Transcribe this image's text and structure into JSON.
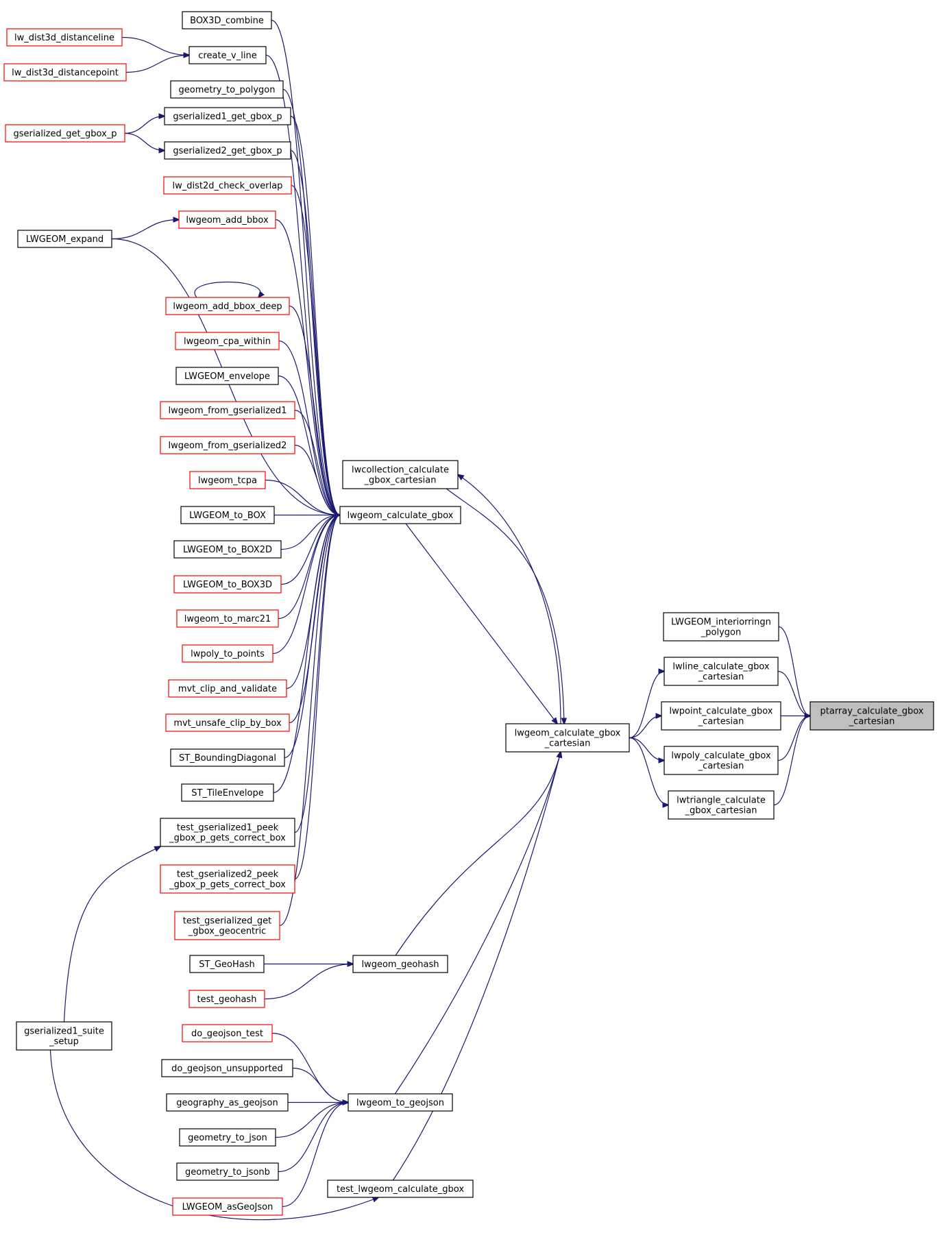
{
  "colors": {
    "edge": "#191970",
    "border_black": "#000000",
    "border_red": "#ff0000",
    "highlight_fill": "#bfbfbf"
  },
  "nodes": [
    {
      "id": "box3d_combine",
      "lines": [
        "BOX3D_combine"
      ],
      "border": "black"
    },
    {
      "id": "lw_dist3d_distanceline",
      "lines": [
        "lw_dist3d_distanceline"
      ],
      "border": "red"
    },
    {
      "id": "create_v_line",
      "lines": [
        "create_v_line"
      ],
      "border": "black"
    },
    {
      "id": "lw_dist3d_distancepoint",
      "lines": [
        "lw_dist3d_distancepoint"
      ],
      "border": "red"
    },
    {
      "id": "geometry_to_polygon",
      "lines": [
        "geometry_to_polygon"
      ],
      "border": "black"
    },
    {
      "id": "gserialized1_get_gbox_p",
      "lines": [
        "gserialized1_get_gbox_p"
      ],
      "border": "black"
    },
    {
      "id": "gserialized_get_gbox_p",
      "lines": [
        "gserialized_get_gbox_p"
      ],
      "border": "red"
    },
    {
      "id": "gserialized2_get_gbox_p",
      "lines": [
        "gserialized2_get_gbox_p"
      ],
      "border": "black"
    },
    {
      "id": "lw_dist2d_check_overlap",
      "lines": [
        "lw_dist2d_check_overlap"
      ],
      "border": "red"
    },
    {
      "id": "lwgeom_add_bbox",
      "lines": [
        "lwgeom_add_bbox"
      ],
      "border": "red"
    },
    {
      "id": "lwgeom_expand",
      "lines": [
        "LWGEOM_expand"
      ],
      "border": "black"
    },
    {
      "id": "lwgeom_add_bbox_deep",
      "lines": [
        "lwgeom_add_bbox_deep"
      ],
      "border": "red"
    },
    {
      "id": "lwgeom_cpa_within",
      "lines": [
        "lwgeom_cpa_within"
      ],
      "border": "red"
    },
    {
      "id": "lwgeom_envelope",
      "lines": [
        "LWGEOM_envelope"
      ],
      "border": "black"
    },
    {
      "id": "lwgeom_from_gserialized1",
      "lines": [
        "lwgeom_from_gserialized1"
      ],
      "border": "red"
    },
    {
      "id": "lwgeom_from_gserialized2",
      "lines": [
        "lwgeom_from_gserialized2"
      ],
      "border": "red"
    },
    {
      "id": "lwgeom_tcpa",
      "lines": [
        "lwgeom_tcpa"
      ],
      "border": "red"
    },
    {
      "id": "lwgeom_to_box",
      "lines": [
        "LWGEOM_to_BOX"
      ],
      "border": "black"
    },
    {
      "id": "lwgeom_to_box2d",
      "lines": [
        "LWGEOM_to_BOX2D"
      ],
      "border": "black"
    },
    {
      "id": "lwgeom_to_box3d",
      "lines": [
        "LWGEOM_to_BOX3D"
      ],
      "border": "red"
    },
    {
      "id": "lwgeom_to_marc21",
      "lines": [
        "lwgeom_to_marc21"
      ],
      "border": "red"
    },
    {
      "id": "lwpoly_to_points",
      "lines": [
        "lwpoly_to_points"
      ],
      "border": "red"
    },
    {
      "id": "mvt_clip_and_validate",
      "lines": [
        "mvt_clip_and_validate"
      ],
      "border": "red"
    },
    {
      "id": "mvt_unsafe_clip_by_box",
      "lines": [
        "mvt_unsafe_clip_by_box"
      ],
      "border": "red"
    },
    {
      "id": "st_boundingdiagonal",
      "lines": [
        "ST_BoundingDiagonal"
      ],
      "border": "black"
    },
    {
      "id": "st_tileenvelope",
      "lines": [
        "ST_TileEnvelope"
      ],
      "border": "black"
    },
    {
      "id": "test_gs1_peek",
      "lines": [
        "test_gserialized1_peek",
        "_gbox_p_gets_correct_box"
      ],
      "border": "black"
    },
    {
      "id": "test_gs2_peek",
      "lines": [
        "test_gserialized2_peek",
        "_gbox_p_gets_correct_box"
      ],
      "border": "red"
    },
    {
      "id": "test_gs_get_gbox_geocentric",
      "lines": [
        "test_gserialized_get",
        "_gbox_geocentric"
      ],
      "border": "red"
    },
    {
      "id": "st_geohash",
      "lines": [
        "ST_GeoHash"
      ],
      "border": "black"
    },
    {
      "id": "test_geohash",
      "lines": [
        "test_geohash"
      ],
      "border": "red"
    },
    {
      "id": "gserialized1_suite_setup",
      "lines": [
        "gserialized1_suite",
        "_setup"
      ],
      "border": "black"
    },
    {
      "id": "do_geojson_test",
      "lines": [
        "do_geojson_test"
      ],
      "border": "red"
    },
    {
      "id": "do_geojson_unsupported",
      "lines": [
        "do_geojson_unsupported"
      ],
      "border": "black"
    },
    {
      "id": "geography_as_geojson",
      "lines": [
        "geography_as_geojson"
      ],
      "border": "black"
    },
    {
      "id": "geometry_to_json",
      "lines": [
        "geometry_to_json"
      ],
      "border": "black"
    },
    {
      "id": "geometry_to_jsonb",
      "lines": [
        "geometry_to_jsonb"
      ],
      "border": "black"
    },
    {
      "id": "lwgeom_asgeojson",
      "lines": [
        "LWGEOM_asGeoJson"
      ],
      "border": "red"
    },
    {
      "id": "lwcollection_calculate_gbox_cartesian",
      "lines": [
        "lwcollection_calculate",
        "_gbox_cartesian"
      ],
      "border": "black"
    },
    {
      "id": "lwgeom_calculate_gbox",
      "lines": [
        "lwgeom_calculate_gbox"
      ],
      "border": "black"
    },
    {
      "id": "lwgeom_geohash",
      "lines": [
        "lwgeom_geohash"
      ],
      "border": "black"
    },
    {
      "id": "lwgeom_to_geojson",
      "lines": [
        "lwgeom_to_geojson"
      ],
      "border": "black"
    },
    {
      "id": "test_lwgeom_calculate_gbox",
      "lines": [
        "test_lwgeom_calculate_gbox"
      ],
      "border": "black"
    },
    {
      "id": "lwgeom_calculate_gbox_cartesian",
      "lines": [
        "lwgeom_calculate_gbox",
        "_cartesian"
      ],
      "border": "black"
    },
    {
      "id": "lwgeom_interiorringn_polygon",
      "lines": [
        "LWGEOM_interiorringn",
        "_polygon"
      ],
      "border": "black"
    },
    {
      "id": "lwline_calculate_gbox_cartesian",
      "lines": [
        "lwline_calculate_gbox",
        "_cartesian"
      ],
      "border": "black"
    },
    {
      "id": "lwpoint_calculate_gbox_cartesian",
      "lines": [
        "lwpoint_calculate_gbox",
        "_cartesian"
      ],
      "border": "black"
    },
    {
      "id": "lwpoly_calculate_gbox_cartesian",
      "lines": [
        "lwpoly_calculate_gbox",
        "_cartesian"
      ],
      "border": "black"
    },
    {
      "id": "lwtriangle_calculate_gbox_cartesian",
      "lines": [
        "lwtriangle_calculate",
        "_gbox_cartesian"
      ],
      "border": "black"
    },
    {
      "id": "ptarray_calculate_gbox_cartesian",
      "lines": [
        "ptarray_calculate_gbox",
        "_cartesian"
      ],
      "border": "black",
      "highlight": true
    }
  ],
  "edges": [
    {
      "from": "lw_dist3d_distanceline",
      "to": "create_v_line"
    },
    {
      "from": "lw_dist3d_distancepoint",
      "to": "create_v_line"
    },
    {
      "from": "gserialized_get_gbox_p",
      "to": "gserialized1_get_gbox_p"
    },
    {
      "from": "gserialized_get_gbox_p",
      "to": "gserialized2_get_gbox_p"
    },
    {
      "from": "lwgeom_expand",
      "to": "lwgeom_add_bbox"
    },
    {
      "from": "lwgeom_add_bbox_deep",
      "to": "lwgeom_add_bbox_deep"
    },
    {
      "from": "box3d_combine",
      "to": "lwgeom_calculate_gbox"
    },
    {
      "from": "create_v_line",
      "to": "lwgeom_calculate_gbox"
    },
    {
      "from": "geometry_to_polygon",
      "to": "lwgeom_calculate_gbox"
    },
    {
      "from": "gserialized1_get_gbox_p",
      "to": "lwgeom_calculate_gbox"
    },
    {
      "from": "gserialized2_get_gbox_p",
      "to": "lwgeom_calculate_gbox"
    },
    {
      "from": "lw_dist2d_check_overlap",
      "to": "lwgeom_calculate_gbox"
    },
    {
      "from": "lwgeom_add_bbox",
      "to": "lwgeom_calculate_gbox"
    },
    {
      "from": "lwgeom_expand",
      "to": "lwgeom_calculate_gbox"
    },
    {
      "from": "lwgeom_add_bbox_deep",
      "to": "lwgeom_calculate_gbox"
    },
    {
      "from": "lwgeom_cpa_within",
      "to": "lwgeom_calculate_gbox"
    },
    {
      "from": "lwgeom_envelope",
      "to": "lwgeom_calculate_gbox"
    },
    {
      "from": "lwgeom_from_gserialized1",
      "to": "lwgeom_calculate_gbox"
    },
    {
      "from": "lwgeom_from_gserialized2",
      "to": "lwgeom_calculate_gbox"
    },
    {
      "from": "lwgeom_tcpa",
      "to": "lwgeom_calculate_gbox"
    },
    {
      "from": "lwgeom_to_box",
      "to": "lwgeom_calculate_gbox"
    },
    {
      "from": "lwgeom_to_box2d",
      "to": "lwgeom_calculate_gbox"
    },
    {
      "from": "lwgeom_to_box3d",
      "to": "lwgeom_calculate_gbox"
    },
    {
      "from": "lwgeom_to_marc21",
      "to": "lwgeom_calculate_gbox"
    },
    {
      "from": "lwpoly_to_points",
      "to": "lwgeom_calculate_gbox"
    },
    {
      "from": "mvt_clip_and_validate",
      "to": "lwgeom_calculate_gbox"
    },
    {
      "from": "mvt_unsafe_clip_by_box",
      "to": "lwgeom_calculate_gbox"
    },
    {
      "from": "st_boundingdiagonal",
      "to": "lwgeom_calculate_gbox"
    },
    {
      "from": "st_tileenvelope",
      "to": "lwgeom_calculate_gbox"
    },
    {
      "from": "test_gs1_peek",
      "to": "lwgeom_calculate_gbox"
    },
    {
      "from": "test_gs2_peek",
      "to": "lwgeom_calculate_gbox"
    },
    {
      "from": "test_gs_get_gbox_geocentric",
      "to": "lwgeom_calculate_gbox"
    },
    {
      "from": "gserialized1_suite_setup",
      "to": "test_gs1_peek"
    },
    {
      "from": "gserialized1_suite_setup",
      "to": "test_lwgeom_calculate_gbox"
    },
    {
      "from": "st_geohash",
      "to": "lwgeom_geohash"
    },
    {
      "from": "test_geohash",
      "to": "lwgeom_geohash"
    },
    {
      "from": "do_geojson_test",
      "to": "lwgeom_to_geojson"
    },
    {
      "from": "do_geojson_unsupported",
      "to": "lwgeom_to_geojson"
    },
    {
      "from": "geography_as_geojson",
      "to": "lwgeom_to_geojson"
    },
    {
      "from": "geometry_to_json",
      "to": "lwgeom_to_geojson"
    },
    {
      "from": "geometry_to_jsonb",
      "to": "lwgeom_to_geojson"
    },
    {
      "from": "lwgeom_asgeojson",
      "to": "lwgeom_to_geojson"
    },
    {
      "from": "lwgeom_calculate_gbox",
      "to": "lwgeom_calculate_gbox_cartesian"
    },
    {
      "from": "lwcollection_calculate_gbox_cartesian",
      "to": "lwgeom_calculate_gbox_cartesian"
    },
    {
      "from": "lwgeom_calculate_gbox_cartesian",
      "to": "lwcollection_calculate_gbox_cartesian"
    },
    {
      "from": "lwgeom_geohash",
      "to": "lwgeom_calculate_gbox_cartesian"
    },
    {
      "from": "lwgeom_to_geojson",
      "to": "lwgeom_calculate_gbox_cartesian"
    },
    {
      "from": "test_lwgeom_calculate_gbox",
      "to": "lwgeom_calculate_gbox_cartesian"
    },
    {
      "from": "lwgeom_calculate_gbox_cartesian",
      "to": "lwline_calculate_gbox_cartesian"
    },
    {
      "from": "lwgeom_calculate_gbox_cartesian",
      "to": "lwpoint_calculate_gbox_cartesian"
    },
    {
      "from": "lwgeom_calculate_gbox_cartesian",
      "to": "lwpoly_calculate_gbox_cartesian"
    },
    {
      "from": "lwgeom_calculate_gbox_cartesian",
      "to": "lwtriangle_calculate_gbox_cartesian"
    },
    {
      "from": "lwgeom_interiorringn_polygon",
      "to": "ptarray_calculate_gbox_cartesian"
    },
    {
      "from": "lwline_calculate_gbox_cartesian",
      "to": "ptarray_calculate_gbox_cartesian"
    },
    {
      "from": "lwpoint_calculate_gbox_cartesian",
      "to": "ptarray_calculate_gbox_cartesian"
    },
    {
      "from": "lwpoly_calculate_gbox_cartesian",
      "to": "ptarray_calculate_gbox_cartesian"
    },
    {
      "from": "lwtriangle_calculate_gbox_cartesian",
      "to": "ptarray_calculate_gbox_cartesian"
    }
  ]
}
